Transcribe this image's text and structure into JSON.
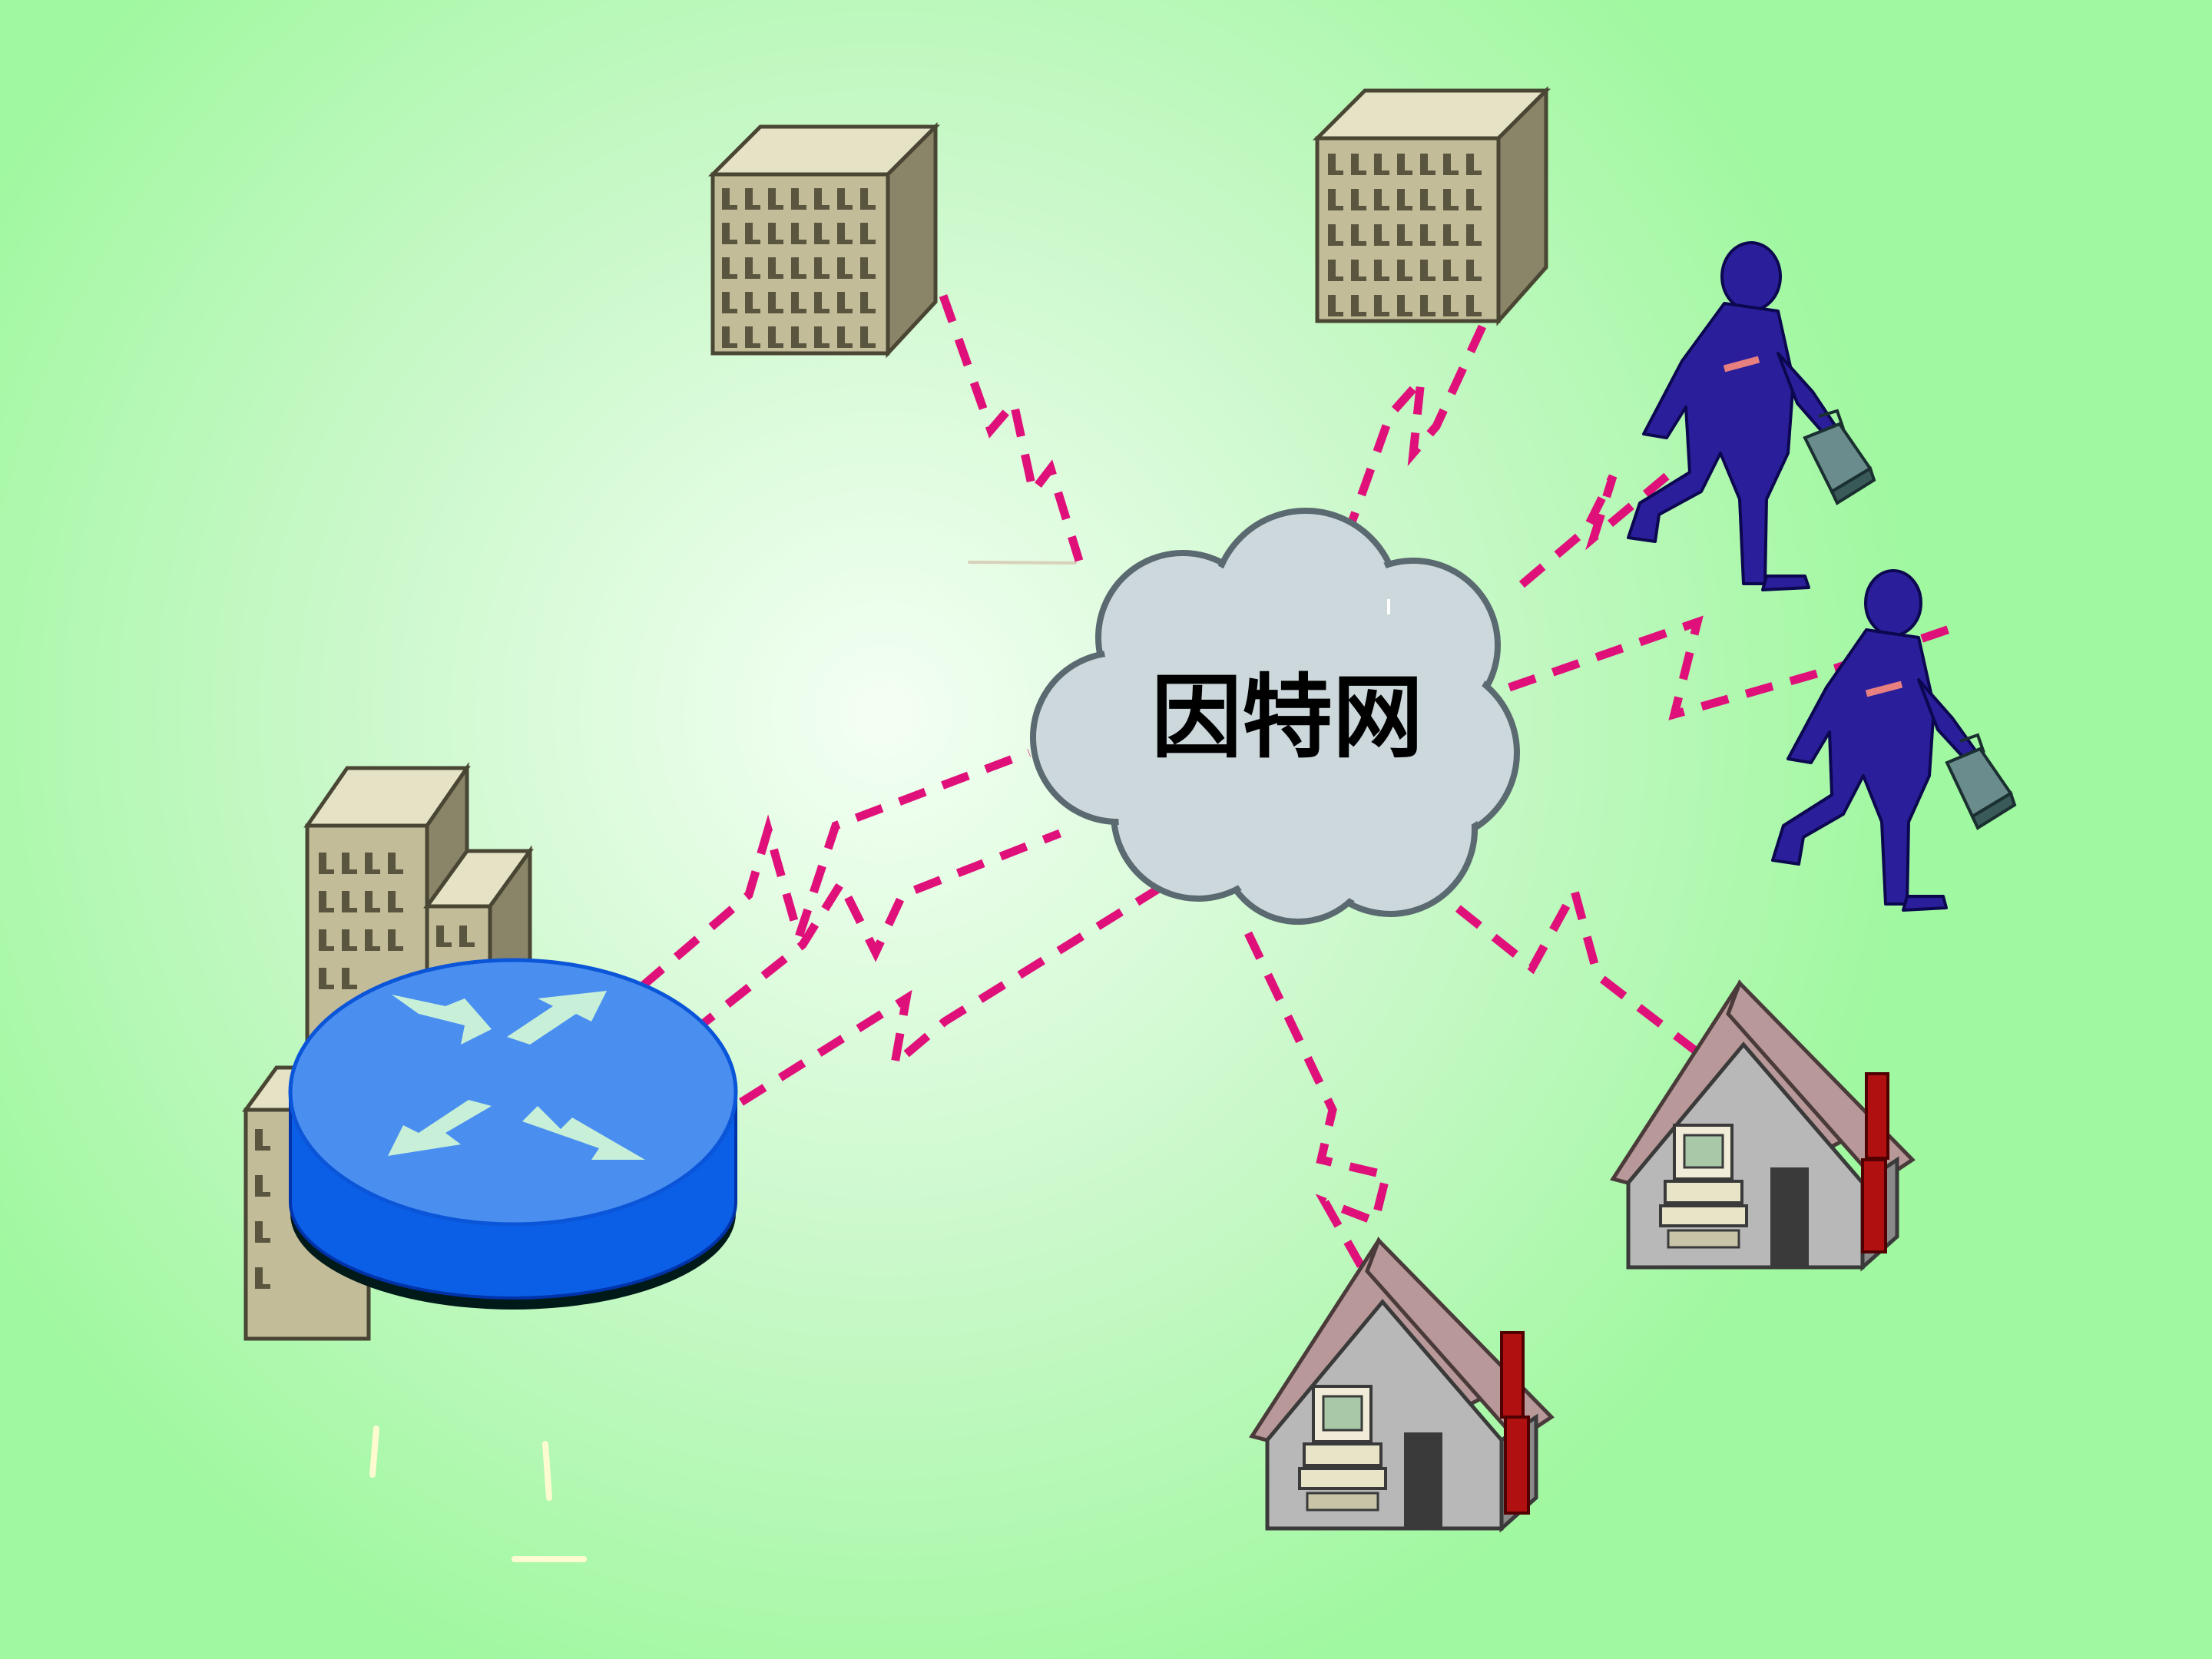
{
  "diagram": {
    "center": {
      "label": "因特网",
      "icon": "cloud-icon",
      "color": "#ccd8dc"
    },
    "nodes": [
      {
        "id": "office-building-left",
        "icon": "office-building-icon"
      },
      {
        "id": "office-building-right",
        "icon": "office-building-icon"
      },
      {
        "id": "mobile-user-top",
        "icon": "running-person-icon"
      },
      {
        "id": "mobile-user-bottom",
        "icon": "running-person-icon"
      },
      {
        "id": "home-right",
        "icon": "house-computer-icon"
      },
      {
        "id": "home-bottom",
        "icon": "house-computer-icon"
      },
      {
        "id": "campus-router",
        "icon": "router-icon"
      }
    ],
    "link_style": "dashed-lightning",
    "colors": {
      "background": "#a0f8a0",
      "background_glow": "#f4fff4",
      "link": "#e0107a",
      "router": "#2a7ae8",
      "building": "#c2bc98",
      "person": "#2a1e9a",
      "house_wall": "#b8b8b8",
      "house_roof": "#b89898"
    }
  }
}
